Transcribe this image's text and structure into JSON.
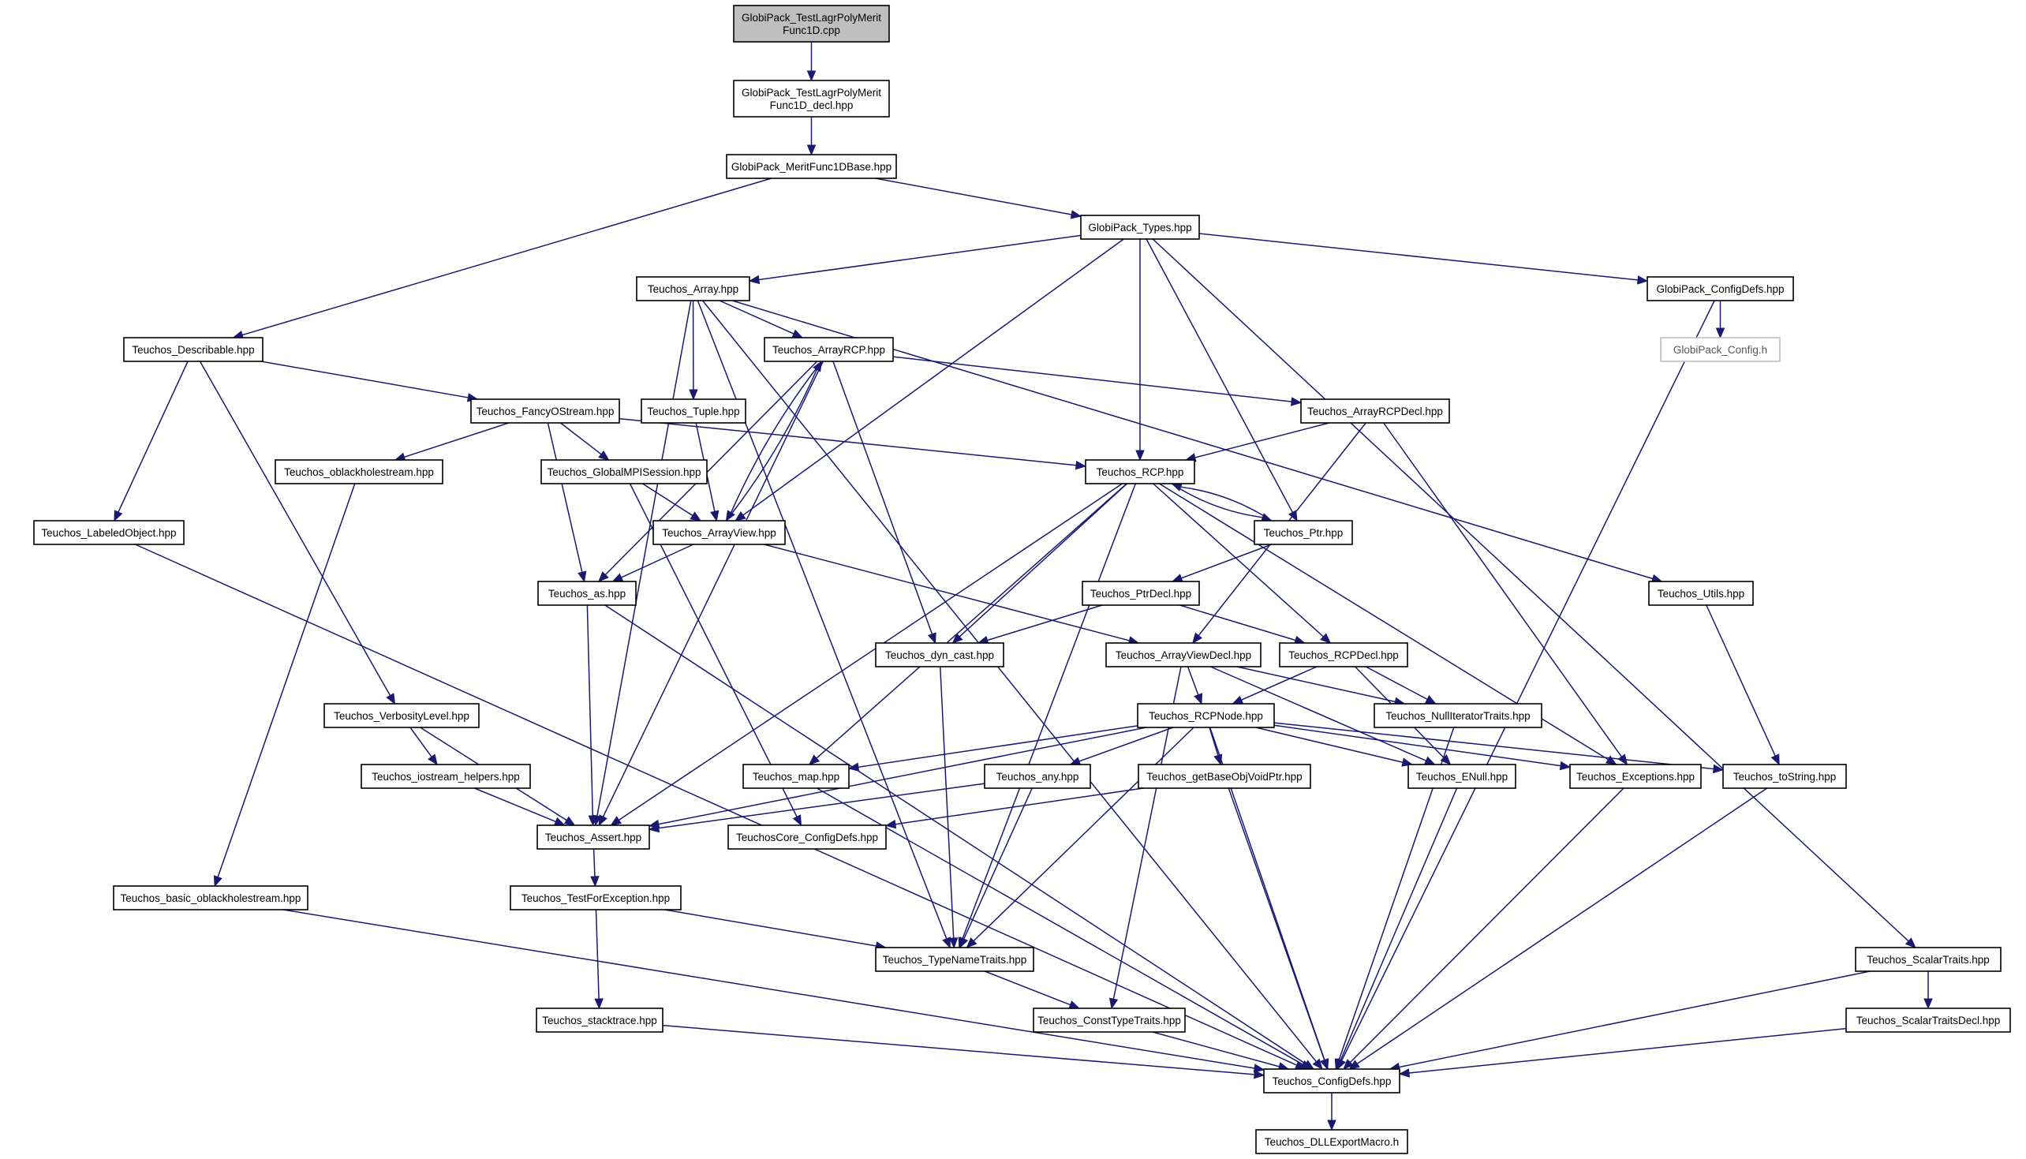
{
  "colors": {
    "edge": "#191970",
    "root_fill": "#bfbfbf",
    "node_fill": "#ffffff",
    "node_border": "#000000",
    "missing_border": "#bfbfbf"
  },
  "nodes": [
    {
      "id": "root",
      "lines": [
        "GlobiPack_TestLagrPolyMerit",
        "Func1D.cpp"
      ]
    },
    {
      "id": "decl",
      "lines": [
        "GlobiPack_TestLagrPolyMerit",
        "Func1D_decl.hpp"
      ]
    },
    {
      "id": "meritbase",
      "lines": [
        "GlobiPack_MeritFunc1DBase.hpp"
      ]
    },
    {
      "id": "types",
      "lines": [
        "GlobiPack_Types.hpp"
      ]
    },
    {
      "id": "array",
      "lines": [
        "Teuchos_Array.hpp"
      ]
    },
    {
      "id": "configdefs_gp",
      "lines": [
        "GlobiPack_ConfigDefs.hpp"
      ]
    },
    {
      "id": "describable",
      "lines": [
        "Teuchos_Describable.hpp"
      ]
    },
    {
      "id": "arrayrcp",
      "lines": [
        "Teuchos_ArrayRCP.hpp"
      ]
    },
    {
      "id": "gpconfig",
      "lines": [
        "GlobiPack_Config.h"
      ]
    },
    {
      "id": "fancy",
      "lines": [
        "Teuchos_FancyOStream.hpp"
      ]
    },
    {
      "id": "tuple",
      "lines": [
        "Teuchos_Tuple.hpp"
      ]
    },
    {
      "id": "arrayrcpdecl",
      "lines": [
        "Teuchos_ArrayRCPDecl.hpp"
      ]
    },
    {
      "id": "oblack",
      "lines": [
        "Teuchos_oblackholestream.hpp"
      ]
    },
    {
      "id": "globalmpi",
      "lines": [
        "Teuchos_GlobalMPISession.hpp"
      ]
    },
    {
      "id": "rcp",
      "lines": [
        "Teuchos_RCP.hpp"
      ]
    },
    {
      "id": "labeled",
      "lines": [
        "Teuchos_LabeledObject.hpp"
      ]
    },
    {
      "id": "arrayview",
      "lines": [
        "Teuchos_ArrayView.hpp"
      ]
    },
    {
      "id": "ptr",
      "lines": [
        "Teuchos_Ptr.hpp"
      ]
    },
    {
      "id": "as",
      "lines": [
        "Teuchos_as.hpp"
      ]
    },
    {
      "id": "ptrdecl",
      "lines": [
        "Teuchos_PtrDecl.hpp"
      ]
    },
    {
      "id": "utils",
      "lines": [
        "Teuchos_Utils.hpp"
      ]
    },
    {
      "id": "dyncast",
      "lines": [
        "Teuchos_dyn_cast.hpp"
      ]
    },
    {
      "id": "arrayviewdecl",
      "lines": [
        "Teuchos_ArrayViewDecl.hpp"
      ]
    },
    {
      "id": "rcpdecl",
      "lines": [
        "Teuchos_RCPDecl.hpp"
      ]
    },
    {
      "id": "verbosity",
      "lines": [
        "Teuchos_VerbosityLevel.hpp"
      ]
    },
    {
      "id": "rcpnode",
      "lines": [
        "Teuchos_RCPNode.hpp"
      ]
    },
    {
      "id": "nulliter",
      "lines": [
        "Teuchos_NullIteratorTraits.hpp"
      ]
    },
    {
      "id": "iohelpers",
      "lines": [
        "Teuchos_iostream_helpers.hpp"
      ]
    },
    {
      "id": "map",
      "lines": [
        "Teuchos_map.hpp"
      ]
    },
    {
      "id": "any",
      "lines": [
        "Teuchos_any.hpp"
      ]
    },
    {
      "id": "getbase",
      "lines": [
        "Teuchos_getBaseObjVoidPtr.hpp"
      ]
    },
    {
      "id": "enull",
      "lines": [
        "Teuchos_ENull.hpp"
      ]
    },
    {
      "id": "exceptions",
      "lines": [
        "Teuchos_Exceptions.hpp"
      ]
    },
    {
      "id": "tostring",
      "lines": [
        "Teuchos_toString.hpp"
      ]
    },
    {
      "id": "assert",
      "lines": [
        "Teuchos_Assert.hpp"
      ]
    },
    {
      "id": "coreconfig",
      "lines": [
        "TeuchosCore_ConfigDefs.hpp"
      ]
    },
    {
      "id": "basicoblack",
      "lines": [
        "Teuchos_basic_oblackholestream.hpp"
      ]
    },
    {
      "id": "testforexc",
      "lines": [
        "Teuchos_TestForException.hpp"
      ]
    },
    {
      "id": "typename",
      "lines": [
        "Teuchos_TypeNameTraits.hpp"
      ]
    },
    {
      "id": "scalartraits",
      "lines": [
        "Teuchos_ScalarTraits.hpp"
      ]
    },
    {
      "id": "stacktrace",
      "lines": [
        "Teuchos_stacktrace.hpp"
      ]
    },
    {
      "id": "consttype",
      "lines": [
        "Teuchos_ConstTypeTraits.hpp"
      ]
    },
    {
      "id": "scalartraitsdecl",
      "lines": [
        "Teuchos_ScalarTraitsDecl.hpp"
      ]
    },
    {
      "id": "configdefs",
      "lines": [
        "Teuchos_ConfigDefs.hpp"
      ]
    },
    {
      "id": "dllexport",
      "lines": [
        "Teuchos_DLLExportMacro.h"
      ]
    }
  ],
  "edges": [
    [
      "root",
      "decl"
    ],
    [
      "decl",
      "meritbase"
    ],
    [
      "meritbase",
      "types"
    ],
    [
      "meritbase",
      "describable"
    ],
    [
      "types",
      "array"
    ],
    [
      "types",
      "configdefs_gp"
    ],
    [
      "types",
      "rcp"
    ],
    [
      "types",
      "arrayview"
    ],
    [
      "types",
      "ptr"
    ],
    [
      "types",
      "scalartraits"
    ],
    [
      "array",
      "arrayrcp"
    ],
    [
      "array",
      "tuple"
    ],
    [
      "array",
      "utils"
    ],
    [
      "array",
      "assert"
    ],
    [
      "array",
      "typename"
    ],
    [
      "array",
      "configdefs"
    ],
    [
      "configdefs_gp",
      "gpconfig"
    ],
    [
      "configdefs_gp",
      "configdefs"
    ],
    [
      "describable",
      "fancy"
    ],
    [
      "describable",
      "labeled"
    ],
    [
      "describable",
      "verbosity"
    ],
    [
      "arrayrcp",
      "arrayrcpdecl"
    ],
    [
      "arrayrcp",
      "arrayview"
    ],
    [
      "arrayrcp",
      "dyncast"
    ],
    [
      "arrayrcp",
      "as"
    ],
    [
      "arrayrcp",
      "assert"
    ],
    [
      "fancy",
      "oblack"
    ],
    [
      "fancy",
      "globalmpi"
    ],
    [
      "fancy",
      "rcp"
    ],
    [
      "fancy",
      "as"
    ],
    [
      "tuple",
      "arrayview"
    ],
    [
      "arrayrcpdecl",
      "rcp"
    ],
    [
      "arrayrcpdecl",
      "arrayviewdecl"
    ],
    [
      "arrayrcpdecl",
      "exceptions"
    ],
    [
      "oblack",
      "basicoblack"
    ],
    [
      "globalmpi",
      "arrayview"
    ],
    [
      "globalmpi",
      "coreconfig"
    ],
    [
      "rcp",
      "ptr"
    ],
    [
      "rcp",
      "rcpdecl"
    ],
    [
      "rcp",
      "dyncast"
    ],
    [
      "rcp",
      "map"
    ],
    [
      "rcp",
      "assert"
    ],
    [
      "rcp",
      "exceptions"
    ],
    [
      "rcp",
      "typename"
    ],
    [
      "labeled",
      "configdefs"
    ],
    [
      "arrayview",
      "arrayrcp"
    ],
    [
      "arrayview",
      "arrayviewdecl"
    ],
    [
      "arrayview",
      "as"
    ],
    [
      "ptr",
      "rcp"
    ],
    [
      "ptr",
      "ptrdecl"
    ],
    [
      "as",
      "assert"
    ],
    [
      "as",
      "configdefs"
    ],
    [
      "ptrdecl",
      "rcpdecl"
    ],
    [
      "ptrdecl",
      "dyncast"
    ],
    [
      "utils",
      "tostring"
    ],
    [
      "dyncast",
      "typename"
    ],
    [
      "arrayviewdecl",
      "rcpnode"
    ],
    [
      "arrayviewdecl",
      "nulliter"
    ],
    [
      "arrayviewdecl",
      "enull"
    ],
    [
      "arrayviewdecl",
      "consttype"
    ],
    [
      "rcpdecl",
      "rcpnode"
    ],
    [
      "rcpdecl",
      "nulliter"
    ],
    [
      "rcpdecl",
      "enull"
    ],
    [
      "verbosity",
      "iohelpers"
    ],
    [
      "verbosity",
      "assert"
    ],
    [
      "rcpnode",
      "map"
    ],
    [
      "rcpnode",
      "any"
    ],
    [
      "rcpnode",
      "getbase"
    ],
    [
      "rcpnode",
      "enull"
    ],
    [
      "rcpnode",
      "exceptions"
    ],
    [
      "rcpnode",
      "tostring"
    ],
    [
      "rcpnode",
      "assert"
    ],
    [
      "rcpnode",
      "typename"
    ],
    [
      "rcpnode",
      "configdefs"
    ],
    [
      "nulliter",
      "configdefs"
    ],
    [
      "iohelpers",
      "assert"
    ],
    [
      "map",
      "configdefs"
    ],
    [
      "any",
      "assert"
    ],
    [
      "any",
      "typename"
    ],
    [
      "getbase",
      "coreconfig"
    ],
    [
      "getbase",
      "configdefs"
    ],
    [
      "enull",
      "configdefs"
    ],
    [
      "exceptions",
      "configdefs"
    ],
    [
      "tostring",
      "configdefs"
    ],
    [
      "assert",
      "testforexc"
    ],
    [
      "basicoblack",
      "configdefs"
    ],
    [
      "testforexc",
      "typename"
    ],
    [
      "testforexc",
      "stacktrace"
    ],
    [
      "typename",
      "consttype"
    ],
    [
      "scalartraits",
      "scalartraitsdecl"
    ],
    [
      "scalartraits",
      "configdefs"
    ],
    [
      "stacktrace",
      "configdefs"
    ],
    [
      "consttype",
      "configdefs"
    ],
    [
      "scalartraitsdecl",
      "configdefs"
    ],
    [
      "configdefs",
      "dllexport"
    ]
  ]
}
